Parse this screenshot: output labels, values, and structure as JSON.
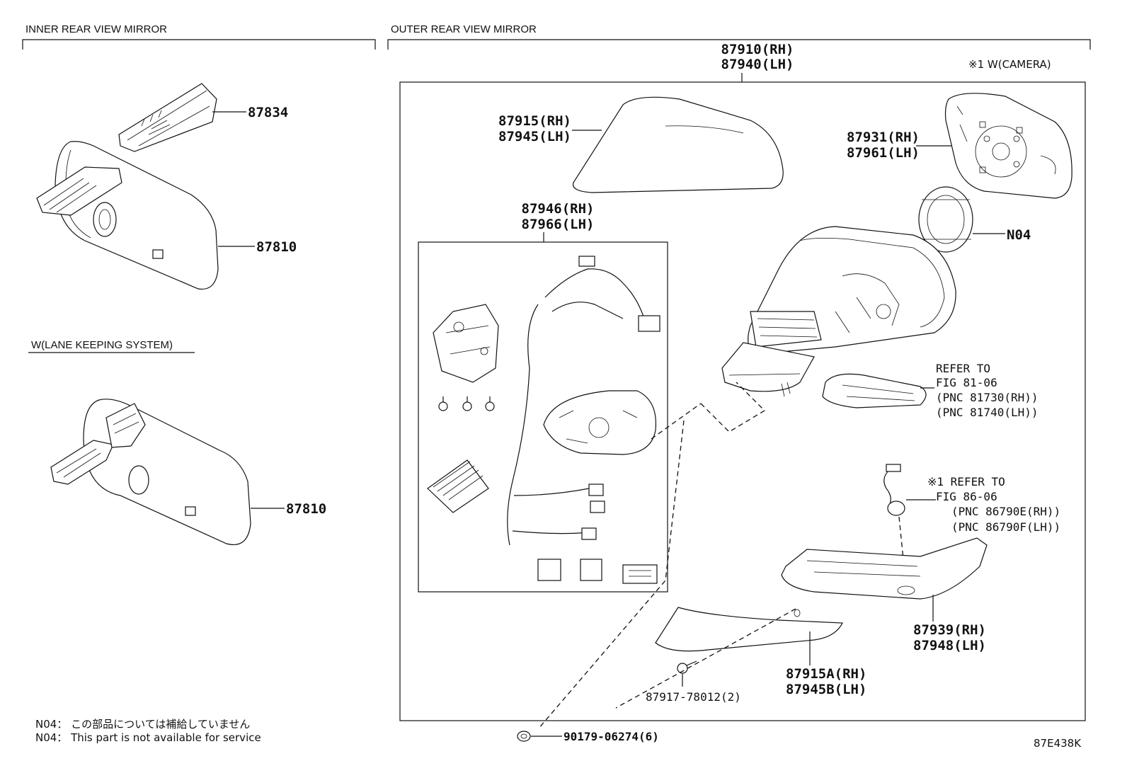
{
  "sections": {
    "inner_title": "INNER REAR VIEW MIRROR",
    "outer_title": "OUTER REAR VIEW MIRROR",
    "lane_title": "W(LANE KEEPING SYSTEM)",
    "camera_note": "※1 W(CAMERA)"
  },
  "labels": {
    "p87834": "87834",
    "p87810a": "87810",
    "p87810b": "87810",
    "p87910": "87910(RH)",
    "p87940": "87940(LH)",
    "p87915": "87915(RH)",
    "p87945": "87945(LH)",
    "p87931": "87931(RH)",
    "p87961": "87961(LH)",
    "pN04": "N04",
    "p87946": "87946(RH)",
    "p87966": "87966(LH)",
    "ref1_l1": "REFER TO",
    "ref1_l2": "FIG 81-06",
    "ref1_l3": "(PNC 81730(RH))",
    "ref1_l4": "(PNC 81740(LH))",
    "ref2_l1": "※1 REFER TO",
    "ref2_l2": "FIG 86-06",
    "ref2_l3": "(PNC 86790E(RH))",
    "ref2_l4": "(PNC 86790F(LH))",
    "p87939": "87939(RH)",
    "p87948": "87948(LH)",
    "p87915A": "87915A(RH)",
    "p87945B": "87945B(LH)",
    "p87917": "87917-78012(2)",
    "p90179": "90179-06274(6)"
  },
  "footnotes": {
    "jp": "N04： この部品については補給していません",
    "en": "N04： This part is not available for service"
  },
  "figure_id": "87E438K"
}
